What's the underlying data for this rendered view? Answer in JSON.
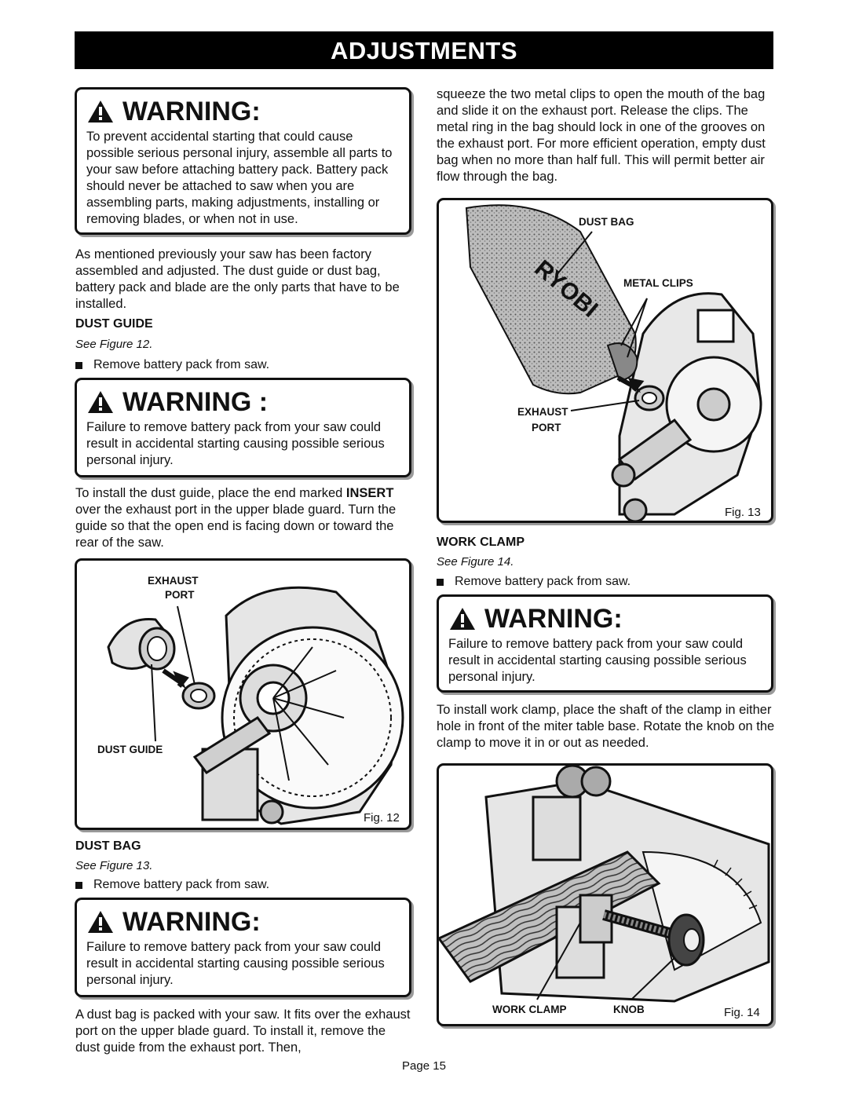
{
  "banner": "ADJUSTMENTS",
  "warning_label": "WARNING:",
  "warning_label_spaced": "WARNING :",
  "warn1": "To prevent accidental starting that could cause possible serious personal injury, assemble all parts to your saw before attaching battery pack. Battery pack should never be attached to saw when you are assembling parts, making adjustments, installing or removing blades, or when not in use.",
  "intro": "As mentioned previously your saw has been factory assembled and adjusted. The dust guide or dust bag, battery pack and blade are the only parts that have to be installed.",
  "dust_guide": {
    "heading": "DUST GUIDE",
    "see": "See Figure 12.",
    "bullet": "Remove battery pack from saw.",
    "warning": "Failure to remove battery pack from your saw could result in accidental starting causing possible serious personal injury.",
    "text_part1": "To install the dust guide, place the end marked ",
    "text_bold": "INSERT",
    "text_part2": " over the exhaust port in the upper blade guard. Turn the guide so that the open end is facing down or toward the rear of the saw."
  },
  "fig12": {
    "label_exhaust": "EXHAUST",
    "label_port": "PORT",
    "label_dust_guide": "DUST GUIDE",
    "number": "Fig. 12"
  },
  "dust_bag": {
    "heading": "DUST BAG",
    "see": "See Figure 13.",
    "bullet": "Remove battery pack from saw.",
    "warning": "Failure to remove battery pack from your saw could result in accidental starting causing possible serious personal injury.",
    "text": "A dust bag is packed with your saw. It fits over the exhaust port on the upper blade guard. To install it, remove the dust guide from the exhaust port. Then,",
    "text_cont": "squeeze the two metal clips to open the mouth of the bag and slide it on the exhaust port. Release the clips. The metal ring in the bag should lock in one of the grooves on the exhaust port. For more efficient operation, empty dust bag when no more than half full. This will permit better air flow through the bag."
  },
  "fig13": {
    "label_dust_bag": "DUST BAG",
    "label_metal_clips": "METAL CLIPS",
    "label_exhaust": "EXHAUST",
    "label_port": "PORT",
    "brand": "RYOBI",
    "number": "Fig. 13"
  },
  "work_clamp": {
    "heading": "WORK CLAMP",
    "see": "See Figure 14.",
    "bullet": "Remove battery pack from saw.",
    "warning": "Failure to remove battery pack from your saw could result in accidental starting causing possible serious personal injury.",
    "text": "To install work clamp, place the shaft of the clamp in either hole in front of the miter table base. Rotate the knob on the clamp to move it in or out as needed."
  },
  "fig14": {
    "label_work_clamp": "WORK CLAMP",
    "label_knob": "KNOB",
    "number": "Fig. 14"
  },
  "page_number": "Page 15"
}
